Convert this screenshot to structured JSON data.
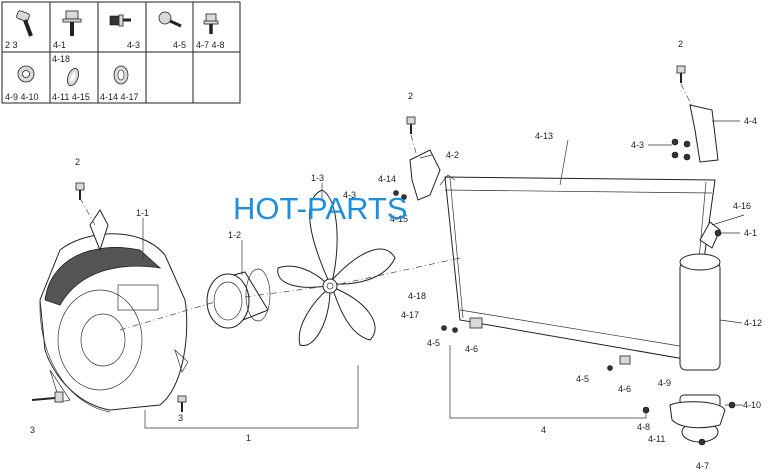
{
  "watermark": "HOT-PARTS",
  "legend": {
    "cells": [
      {
        "label": "2        3"
      },
      {
        "label": "4-1"
      },
      {
        "label": "4-3"
      },
      {
        "label": "4-5"
      },
      {
        "label": "4-7    4-8"
      },
      {
        "label": "4-18",
        "label2": "4-9   4-10"
      },
      {
        "label": "4-11  4-15"
      },
      {
        "label": "4-14  4-17"
      }
    ]
  },
  "callouts": {
    "c1": "1",
    "c1_1": "1-1",
    "c1_2": "1-2",
    "c1_3": "1-3",
    "c2a": "2",
    "c2b": "2",
    "c2c": "2",
    "c3a": "3",
    "c3b": "3",
    "c4": "4",
    "c4_1": "4-1",
    "c4_2": "4-2",
    "c4_3a": "4-3",
    "c4_3b": "4-3",
    "c4_4": "4-4",
    "c4_5a": "4-5",
    "c4_5b": "4-5",
    "c4_6a": "4-6",
    "c4_6b": "4-6",
    "c4_7": "4-7",
    "c4_8": "4-8",
    "c4_9": "4-9",
    "c4_10": "4-10",
    "c4_11": "4-11",
    "c4_12": "4-12",
    "c4_13": "4-13",
    "c4_14": "4-14",
    "c4_15": "4-15",
    "c4_16": "4-16",
    "c4_17": "4-17",
    "c4_18": "4-18"
  }
}
